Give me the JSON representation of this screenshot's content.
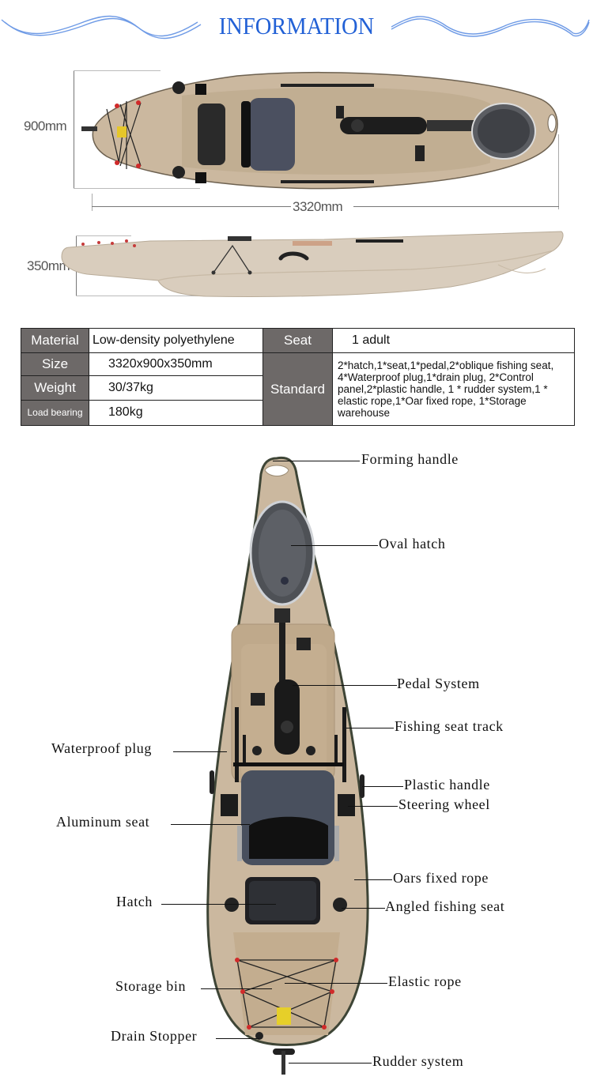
{
  "header": {
    "title": "INFORMATION",
    "accent_color": "#2261d6",
    "wave_color": "#6f9be6"
  },
  "top_view": {
    "width_label": "900mm",
    "length_label": "3320mm"
  },
  "side_view": {
    "height_label": "350mm"
  },
  "spec_table": {
    "header_bg": "#6d6968",
    "rows": [
      {
        "key": "Material",
        "value": "Low-density polyethylene"
      },
      {
        "key": "Size",
        "value": "3320x900x350mm"
      },
      {
        "key": "Weight",
        "value": "30/37kg"
      },
      {
        "key": "Load bearing",
        "value": "180kg"
      }
    ],
    "seat": {
      "key": "Seat",
      "value": "1 adult"
    },
    "standard": {
      "key": "Standard",
      "value": "2*hatch,1*seat,1*pedal,2*oblique fishing seat, 4*Waterproof plug,1*drain plug, 2*Control panel,2*plastic handle, 1 * rudder system,1 * elastic rope,1*Oar fixed rope, 1*Storage warehouse"
    }
  },
  "diagram": {
    "callouts_right": [
      {
        "label": "Forming handle"
      },
      {
        "label": "Oval hatch"
      },
      {
        "label": "Pedal System"
      },
      {
        "label": "Fishing seat track"
      },
      {
        "label": "Plastic handle"
      },
      {
        "label": "Steering wheel"
      },
      {
        "label": "Oars fixed rope"
      },
      {
        "label": "Angled fishing seat"
      },
      {
        "label": "Elastic rope"
      },
      {
        "label": "Rudder system"
      }
    ],
    "callouts_left": [
      {
        "label": "Waterproof plug"
      },
      {
        "label": "Aluminum seat"
      },
      {
        "label": "Hatch"
      },
      {
        "label": "Storage bin"
      },
      {
        "label": "Drain Stopper"
      }
    ],
    "hull_color": "#cbb89f",
    "deck_color": "#bba78b"
  }
}
